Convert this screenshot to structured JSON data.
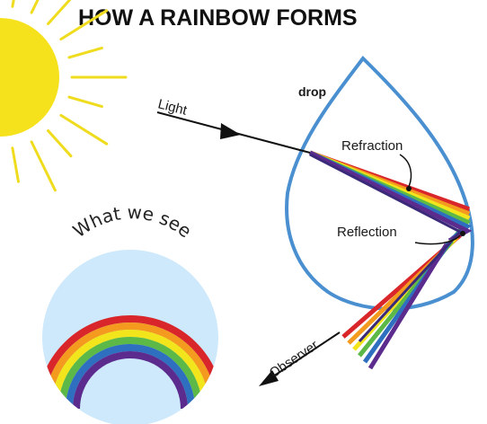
{
  "title": "HOW A RAINBOW FORMS",
  "labels": {
    "light": "Light",
    "drop": "drop",
    "refraction": "Refraction",
    "reflection": "Reflection",
    "observer": "Observer",
    "what_we_see": "What we see"
  },
  "colors": {
    "sun": "#f5e21c",
    "sun_rays": "#f0dc1e",
    "drop_outline": "#4a8fd0",
    "sky_circle": "#cde9fb",
    "bands": [
      "#d9262b",
      "#f39a1f",
      "#f2e51c",
      "#5cb947",
      "#2f6fc0",
      "#5b2b8e"
    ]
  },
  "icons": [
    "sun-icon",
    "water-drop-icon",
    "arrow-icon"
  ]
}
